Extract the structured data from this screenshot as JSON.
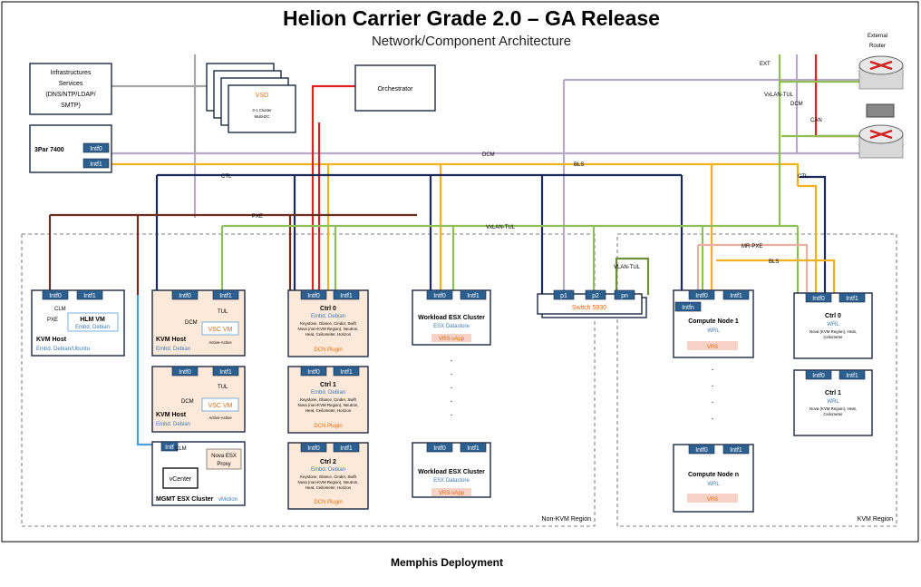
{
  "title": "Helion Carrier Grade 2.0 – GA Release",
  "subtitle": "Network/Component Architecture",
  "caption": "Memphis Deployment",
  "external_router": "External Router",
  "network_labels": {
    "ext": "EXT",
    "vxlan_tul_top": "VxLAN-TUL",
    "dcm_top": "DCM",
    "can": "CAN",
    "dcm": "DCM",
    "bls": "BLS",
    "ctl_top": "CTL",
    "ctl_right": "CTL",
    "pxe": "PXE",
    "vxlan_tul": "VxLAN-TUL",
    "vlan_tul": "VLAN-TUL",
    "mr_pxe": "MR-PXE",
    "bls_right": "BLS"
  },
  "infra": {
    "line1": "Infrastructures",
    "line2": "Services",
    "line3": "(DNS/NTP/LDAP/",
    "line4": "SMTP)"
  },
  "vsd": {
    "name": "VSD",
    "line1": "3-1 Cluster",
    "line2": "Multi-DC"
  },
  "orchestrator": "Orchestrator",
  "per3": {
    "name": "3Par 7400",
    "intf0": "Intf0",
    "intf1": "Intf1"
  },
  "regions": {
    "nonkvm": "Non-KVM Region",
    "kvm": "KVM Region"
  },
  "kvmhost1": {
    "intf0": "Intf0",
    "intf1": "Intf1",
    "clm": "CLM",
    "pxe": "PXE",
    "vm": "HLM VM",
    "vm_os": "Embd. Debian",
    "host": "KVM Host",
    "os": "Embd. Debian/Ubuntu"
  },
  "kvmhost2": {
    "intf0": "Intf0",
    "intf1": "Intf1",
    "tul": "TUL",
    "dcm": "DCM",
    "vm": "VSC VM",
    "mode": "Active-Active",
    "host": "KVM Host",
    "os": "Embd. Debian"
  },
  "kvmhost3": {
    "intf0": "Intf0",
    "intf1": "Intf1",
    "tul": "TUL",
    "dcm": "DCM",
    "vm": "VSC VM",
    "mode": "Active-Active",
    "host": "KVM Host",
    "os": "Embd. Debian"
  },
  "mgmt": {
    "intf": "Intf",
    "clm": "CLM",
    "proxy1": "Nova ESX",
    "proxy2": "Proxy",
    "vcenter": "vCenter",
    "label": "MGMT ESX Cluster",
    "vmotion": "vMotion"
  },
  "ctrl_left": [
    {
      "intf0": "Intf0",
      "intf1": "Intf1",
      "name": "Ctrl 0",
      "os": "Embd. Debian",
      "s1": "Keystone, Glance, Cinder, Swift",
      "s2": "Nova (non-KVM Region), Neutron,",
      "s3": "Heat, Ceilometer, Horizon",
      "plugin": "DCN Plugin"
    },
    {
      "intf0": "Intf0",
      "intf1": "Intf1",
      "name": "Ctrl 1",
      "os": "Embd. Debian",
      "s1": "Keystone, Glance, Cinder, Swift",
      "s2": "Nova (non-KVM Region), Neutron,",
      "s3": "Heat, Ceilometer, Horizon",
      "plugin": "DCN Plugin"
    },
    {
      "intf0": "Intf0",
      "intf1": "Intf1",
      "name": "Ctrl 2",
      "os": "Embd. Debian",
      "s1": "Keystone, Glance, Cinder, Swift",
      "s2": "Nova (non-KVM Region), Neutron,",
      "s3": "Heat, Ceilometer, Horizon",
      "plugin": "DCN Plugin"
    }
  ],
  "esx": [
    {
      "intf0": "Intf0",
      "intf1": "Intf1",
      "name": "Workload ESX Cluster",
      "ds": "ESX Datastore",
      "vrs": "VRS-vApp"
    },
    {
      "intf0": "Intf0",
      "intf1": "Intf1",
      "name": "Workload ESX Cluster",
      "ds": "ESX Datastore",
      "vrs": "VRS-vApp"
    }
  ],
  "switch": {
    "p1": "p1",
    "p2": "p2",
    "pn": "pn",
    "name": "Switch 5930"
  },
  "compute": [
    {
      "intf0": "Intf0",
      "intf1": "Intf1",
      "intfn": "Intfn",
      "name": "Compute Node 1",
      "os": "WRL",
      "vrs": "VRS"
    },
    {
      "intf0": "Intf0",
      "intf1": "Intf1",
      "name": "Compute Node n",
      "os": "WRL",
      "vrs": "VRS"
    }
  ],
  "ctrl_right": [
    {
      "intf0": "Intf0",
      "intf1": "Intf1",
      "name": "Ctrl 0",
      "os": "WRL",
      "s1": "Nova (KVM Region), Heat,",
      "s2": "Ceilometer"
    },
    {
      "intf0": "Intf0",
      "intf1": "Intf1",
      "name": "Ctrl 1",
      "os": "WRL",
      "s1": "Nova (KVM Region), Heat,",
      "s2": "Ceilometer"
    }
  ],
  "colors": {
    "ctl": "#1b2a5c",
    "pxe": "#6b2e1f",
    "vxlan": "#8cc152",
    "bls": "#f0b020",
    "dcm": "#b8a8c8",
    "infra": "#a6a6a6",
    "can": "#e02020",
    "mrpxe": "#e8b0a0",
    "vlan": "#6e8f3a",
    "orange": "#e06a10",
    "blue": "#3a7ab8"
  }
}
